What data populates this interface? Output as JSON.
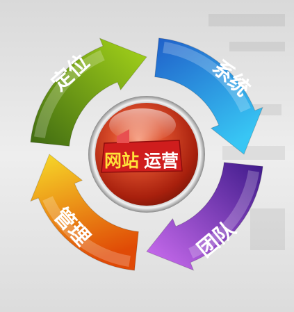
{
  "diagram": {
    "center": {
      "label_part1": "网站",
      "label_part2": "运营"
    },
    "segments": [
      {
        "id": "positioning",
        "label": "定位",
        "color_start": "#3f6a12",
        "color_end": "#a6d51a"
      },
      {
        "id": "system",
        "label": "系统",
        "color_start": "#1f5fc9",
        "color_end": "#38c6f4"
      },
      {
        "id": "team",
        "label": "团队",
        "color_start": "#3e1a8a",
        "color_end": "#cf6ff2"
      },
      {
        "id": "management",
        "label": "管理",
        "color_start": "#e04a06",
        "color_end": "#f7dc2a"
      }
    ],
    "colors": {
      "background": "#e4e4e4",
      "center_orb": "#c8321a",
      "center_banner": "#cf1d1d",
      "center_text_1": "#ffe23a",
      "center_text_2": "#ffffff"
    }
  }
}
